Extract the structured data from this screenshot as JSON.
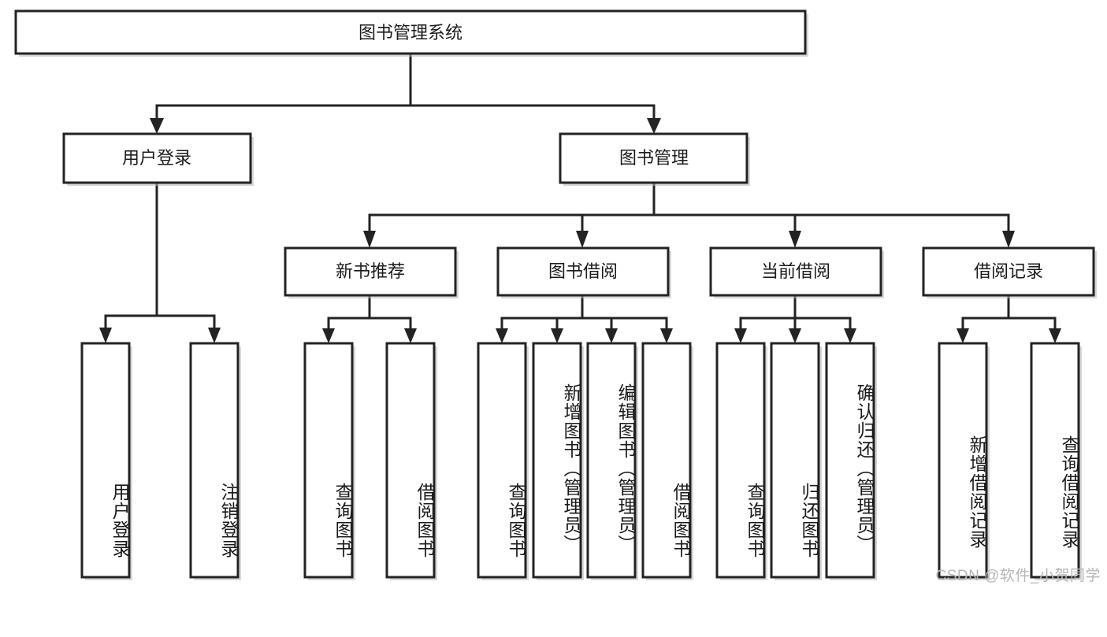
{
  "diagram": {
    "type": "tree",
    "title": "图书管理系统",
    "root": {
      "id": "root",
      "label": "图书管理系统",
      "orientation": "horizontal"
    },
    "level2": [
      {
        "id": "user-login",
        "label": "用户登录",
        "orientation": "horizontal"
      },
      {
        "id": "book-management",
        "label": "图书管理",
        "orientation": "horizontal"
      }
    ],
    "level3": [
      {
        "id": "new-book-recommend",
        "label": "新书推荐",
        "orientation": "horizontal",
        "parent": "book-management"
      },
      {
        "id": "book-borrow",
        "label": "图书借阅",
        "orientation": "horizontal",
        "parent": "book-management"
      },
      {
        "id": "current-borrow",
        "label": "当前借阅",
        "orientation": "horizontal",
        "parent": "book-management"
      },
      {
        "id": "borrow-record",
        "label": "借阅记录",
        "orientation": "horizontal",
        "parent": "book-management"
      }
    ],
    "leaves": [
      {
        "id": "leaf-user-login",
        "label": "用户登录",
        "parent": "user-login",
        "orientation": "vertical"
      },
      {
        "id": "leaf-logout-login",
        "label": "注销登录",
        "parent": "user-login",
        "orientation": "vertical"
      },
      {
        "id": "leaf-query-book-1",
        "label": "查询图书",
        "parent": "new-book-recommend",
        "orientation": "vertical"
      },
      {
        "id": "leaf-borrow-book-1",
        "label": "借阅图书",
        "parent": "new-book-recommend",
        "orientation": "vertical"
      },
      {
        "id": "leaf-query-book-2",
        "label": "查询图书",
        "parent": "book-borrow",
        "orientation": "vertical"
      },
      {
        "id": "leaf-add-book",
        "label": "新增图书（管理员）",
        "parent": "book-borrow",
        "orientation": "vertical"
      },
      {
        "id": "leaf-edit-book",
        "label": "编辑图书（管理员）",
        "parent": "book-borrow",
        "orientation": "vertical"
      },
      {
        "id": "leaf-borrow-book-2",
        "label": "借阅图书",
        "parent": "book-borrow",
        "orientation": "vertical"
      },
      {
        "id": "leaf-query-book-3",
        "label": "查询图书",
        "parent": "current-borrow",
        "orientation": "vertical"
      },
      {
        "id": "leaf-return-book",
        "label": "归还图书",
        "parent": "current-borrow",
        "orientation": "vertical"
      },
      {
        "id": "leaf-confirm-return",
        "label": "确认归还（管理员）",
        "parent": "current-borrow",
        "orientation": "vertical"
      },
      {
        "id": "leaf-add-record",
        "label": "新增借阅记录",
        "parent": "borrow-record",
        "orientation": "vertical"
      },
      {
        "id": "leaf-query-record",
        "label": "查询借阅记录",
        "parent": "borrow-record",
        "orientation": "vertical"
      }
    ],
    "colors": {
      "stroke": "#232323",
      "fill": "#ffffff",
      "text": "#1b1b1b",
      "shadow": "#b8b8b8",
      "watermark": "#b6b6b6",
      "background": "#ffffff"
    }
  },
  "watermark": {
    "text": "CSDN @软件_小贺同学"
  }
}
